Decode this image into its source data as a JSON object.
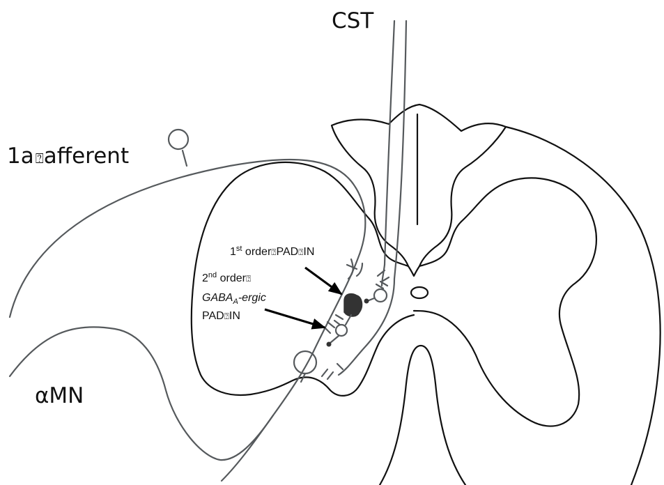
{
  "labels": {
    "cst": "CST",
    "afferent_1": "1a",
    "afferent_2": "afferent",
    "amn": "αMN",
    "first_order_pre": "1",
    "first_order_sup": "st",
    "first_order_post": " order",
    "first_order_pad": "PAD",
    "first_order_in": "IN",
    "second_order_pre": "2",
    "second_order_sup": "nd",
    "second_order_post": " order",
    "gaba_pre": "GABA",
    "gaba_sub": "A",
    "gaba_post": "-ergic",
    "pad": "PAD",
    "in": "IN"
  },
  "colors": {
    "outline": "#111111",
    "nerve": "#55595c",
    "arrow": "#000000",
    "placeholder_box": "#111111"
  }
}
